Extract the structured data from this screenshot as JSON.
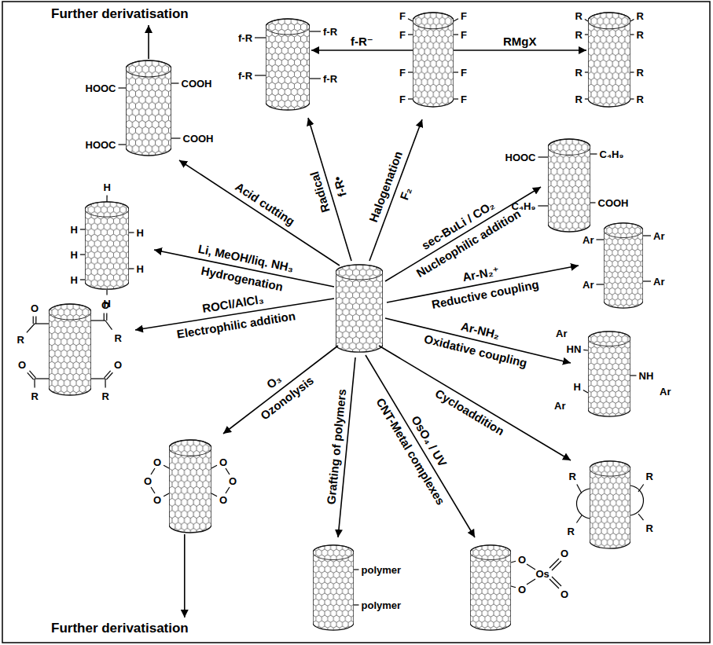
{
  "diagram": {
    "nodes": [
      {
        "text": [
          "Further derivatisation"
        ]
      },
      {
        "text": [
          "HOOC",
          "COOH",
          "HOOC",
          "COOH"
        ]
      },
      {
        "text": [
          "f-R",
          "f-R",
          "f-R",
          "f-R"
        ]
      },
      {
        "text": [
          "F",
          "F",
          "F",
          "F",
          "F",
          "F",
          "F",
          "F"
        ]
      },
      {
        "text": [
          "R",
          "R",
          "R",
          "R",
          "R",
          "R",
          "R",
          "R"
        ]
      },
      {
        "text": [
          "HOOC",
          "C₄H₉",
          "C₄H₉",
          "COOH"
        ]
      },
      {
        "text": [
          "H",
          "H",
          "H",
          "H",
          "H",
          "H",
          "H"
        ]
      },
      {
        "text": [
          "Ar",
          "Ar",
          "Ar",
          "Ar"
        ]
      },
      {
        "text": [
          "O",
          "O",
          "R",
          "R",
          "O",
          "O",
          "R",
          "R"
        ]
      },
      {
        "text": [
          "Ar",
          "HN",
          "NH",
          "Ar",
          "H",
          "Ar"
        ]
      },
      {
        "text": [
          "R",
          "R",
          "R",
          "R"
        ]
      },
      {
        "text": [
          "O",
          "O",
          "O",
          "O",
          "O",
          "O"
        ]
      },
      {
        "text": [
          "O",
          "O",
          "Os",
          "O",
          "O"
        ]
      },
      {
        "text": [
          "polymer",
          "polymer"
        ]
      },
      {
        "text": [
          "Further derivatisation"
        ]
      }
    ],
    "edges": [
      {
        "from": 1,
        "to": 0,
        "arrow": "to"
      },
      {
        "from": 3,
        "to": 2,
        "label": "f-R⁻",
        "arrow": "to"
      },
      {
        "from": 3,
        "to": 4,
        "label": "RMgX",
        "arrow": "to"
      },
      {
        "from": 11,
        "to": 14,
        "arrow": "to"
      }
    ],
    "labels": [
      "Acid cutting",
      "f-R•",
      "Radical",
      "F₂",
      "Halogenation",
      "sec-BuLi / CO₂",
      "Nucleophilic addition",
      "Li, MeOH/liq. NH₃",
      "Hydrogenation",
      "Ar-N₂⁺",
      "Reductive coupling",
      "ROCl/AlCl₃",
      "Electrophilic addition",
      "Ar-NH₂",
      "Oxidative coupling",
      "Cycloaddition",
      "O₃",
      "Ozonolysis",
      "Grafting of polymers",
      "CNT-Metal complexes",
      "OsO₄ / UV"
    ]
  }
}
